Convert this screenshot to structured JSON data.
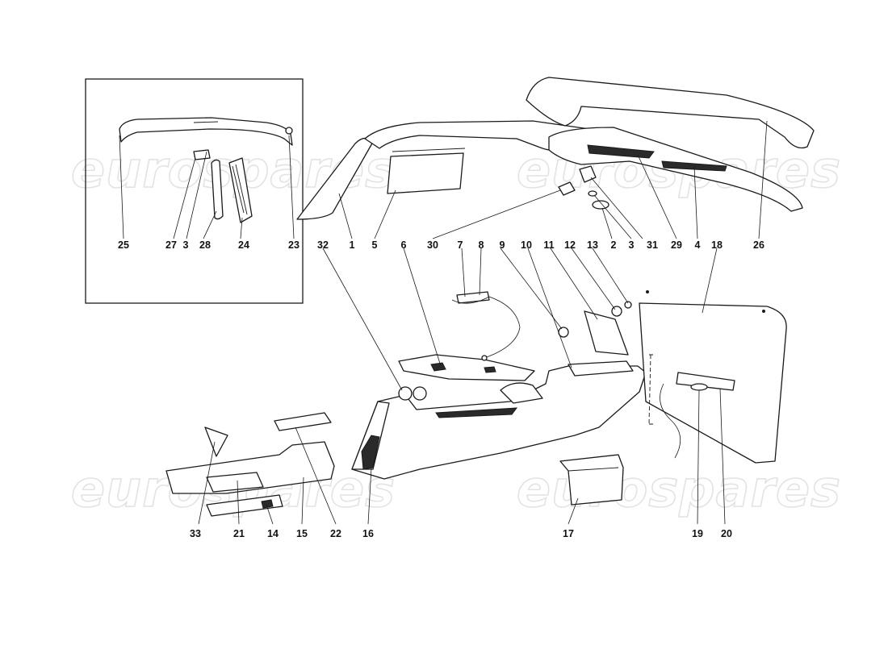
{
  "watermark": "eurospares",
  "inset_labels": [
    "25",
    "27",
    "3",
    "28",
    "24",
    "23"
  ],
  "callouts": [
    "32",
    "1",
    "5",
    "6",
    "7",
    "8",
    "9",
    "10",
    "11",
    "12",
    "13",
    "18",
    "30",
    "2",
    "3",
    "31",
    "29",
    "4",
    "26",
    "33",
    "21",
    "14",
    "15",
    "22",
    "16",
    "17",
    "19",
    "20"
  ]
}
